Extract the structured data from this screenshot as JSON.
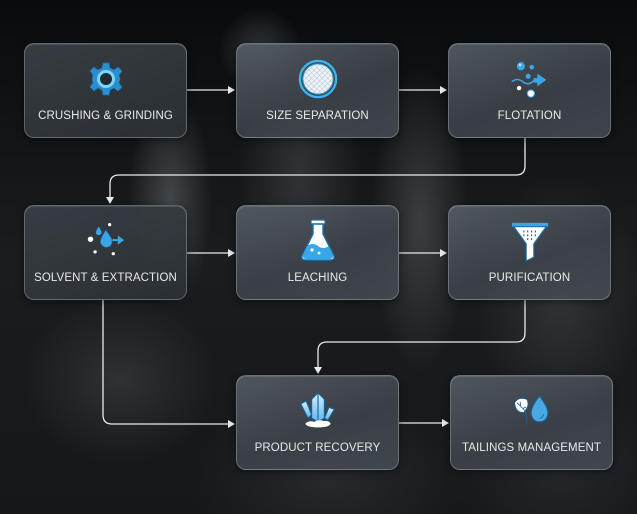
{
  "diagram": {
    "type": "process-flowchart",
    "colors": {
      "accent": "#3aa0dc",
      "accent_dark": "#1a6fa8",
      "connector": "#e8ecef",
      "node_border": "#8d98a2",
      "label": "#e6eaee"
    },
    "nodes": [
      {
        "id": "crushing",
        "label": "CRUSHING & GRINDING",
        "icon": "gear-icon"
      },
      {
        "id": "size",
        "label": "SIZE SEPARATION",
        "icon": "sieve-mesh-icon"
      },
      {
        "id": "flotation",
        "label": "FLOTATION",
        "icon": "bubbles-arrow-icon"
      },
      {
        "id": "solvent",
        "label": "SOLVENT & EXTRACTION",
        "icon": "droplet-arrow-icon"
      },
      {
        "id": "leaching",
        "label": "LEACHING",
        "icon": "flask-icon"
      },
      {
        "id": "purification",
        "label": "PURIFICATION",
        "icon": "funnel-filter-icon"
      },
      {
        "id": "product",
        "label": "PRODUCT RECOVERY",
        "icon": "crystal-icon"
      },
      {
        "id": "tailings",
        "label": "TAILINGS MANAGEMENT",
        "icon": "leaf-droplet-icon"
      }
    ],
    "edges": [
      {
        "from": "crushing",
        "to": "size"
      },
      {
        "from": "size",
        "to": "flotation"
      },
      {
        "from": "flotation",
        "to": "solvent"
      },
      {
        "from": "solvent",
        "to": "leaching"
      },
      {
        "from": "leaching",
        "to": "purification"
      },
      {
        "from": "purification",
        "to": "product"
      },
      {
        "from": "solvent",
        "to": "product"
      },
      {
        "from": "product",
        "to": "tailings"
      }
    ]
  }
}
